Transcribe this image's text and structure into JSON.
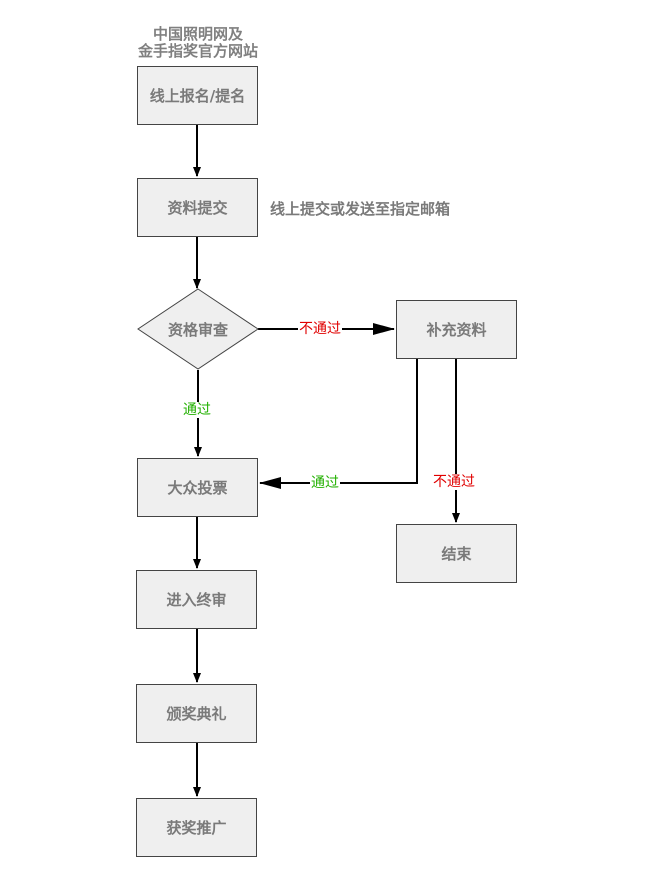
{
  "title": {
    "line1": "中国照明网及",
    "line2": "金手指奖官方网站"
  },
  "nodes": {
    "signup": "线上报名/提名",
    "submit": "资料提交",
    "review": "资格审查",
    "supplement": "补充资料",
    "vote": "大众投票",
    "final": "进入终审",
    "ceremony": "颁奖典礼",
    "promo": "获奖推广",
    "end": "结束"
  },
  "note": "线上提交或发送至指定邮箱",
  "edges": {
    "review_fail": "不通过",
    "review_pass": "通过",
    "supp_pass": "通过",
    "supp_fail": "不通过"
  },
  "colors": {
    "node_fill": "#efefef",
    "node_border": "#444444",
    "text_gray": "#7a7a7a",
    "fail_red": "#e00000",
    "pass_green": "#22b000",
    "edge": "#000000"
  }
}
